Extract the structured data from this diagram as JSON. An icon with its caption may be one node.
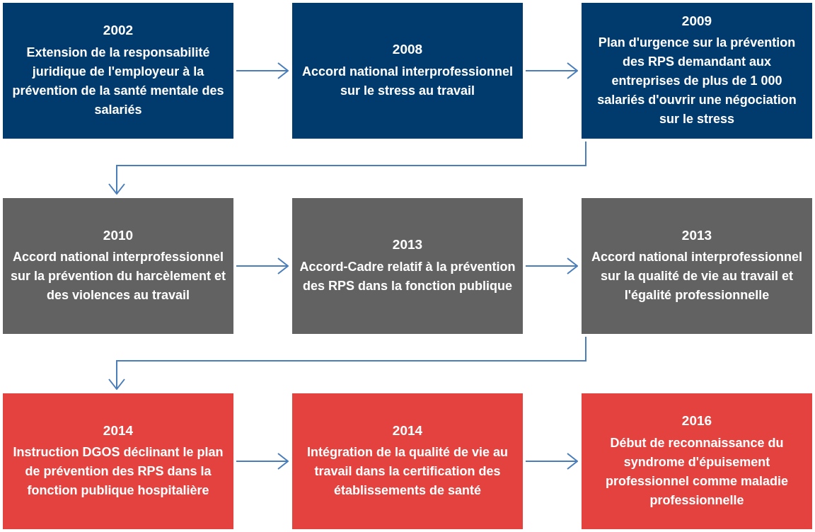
{
  "diagram": {
    "nodes": [
      {
        "text": [
          "2002",
          "Extension de la responsabilité juridique de l'employeur à la prévention de la santé mentale des salariés"
        ]
      },
      {
        "text": [
          "2008",
          "Accord national interprofessionnel sur le stress au travail"
        ]
      },
      {
        "text": [
          "2009",
          "Plan d'urgence sur la prévention des RPS demandant aux entreprises de plus de 1 000 salariés d'ouvrir une négociation sur le stress"
        ]
      },
      {
        "text": [
          "2010",
          "Accord national interprofessionnel sur la prévention du harcèlement et des violences au travail"
        ]
      },
      {
        "text": [
          "2013",
          "Accord-Cadre relatif à la prévention des RPS dans la fonction publique"
        ]
      },
      {
        "text": [
          "2013",
          "Accord national interprofessionnel sur la qualité de vie au travail et l'égalité professionnelle"
        ]
      },
      {
        "text": [
          "2014",
          "Instruction DGOS déclinant le plan de prévention des RPS dans la fonction publique hospitalière"
        ]
      },
      {
        "text": [
          "2014",
          "Intégration de la qualité de vie au travail dans la certification des établissements de santé"
        ]
      },
      {
        "text": [
          "2016",
          "Début de reconnaissance du syndrome d'épuisement professionnel comme maladie professionnelle"
        ]
      }
    ],
    "edges": [
      {
        "from": 0,
        "to": 1,
        "arrow": "to"
      },
      {
        "from": 1,
        "to": 2,
        "arrow": "to"
      },
      {
        "from": 2,
        "to": 3,
        "arrow": "to"
      },
      {
        "from": 3,
        "to": 4,
        "arrow": "to"
      },
      {
        "from": 4,
        "to": 5,
        "arrow": "to"
      },
      {
        "from": 5,
        "to": 6,
        "arrow": "to"
      },
      {
        "from": 6,
        "to": 7,
        "arrow": "to"
      },
      {
        "from": 7,
        "to": 8,
        "arrow": "to"
      }
    ]
  }
}
